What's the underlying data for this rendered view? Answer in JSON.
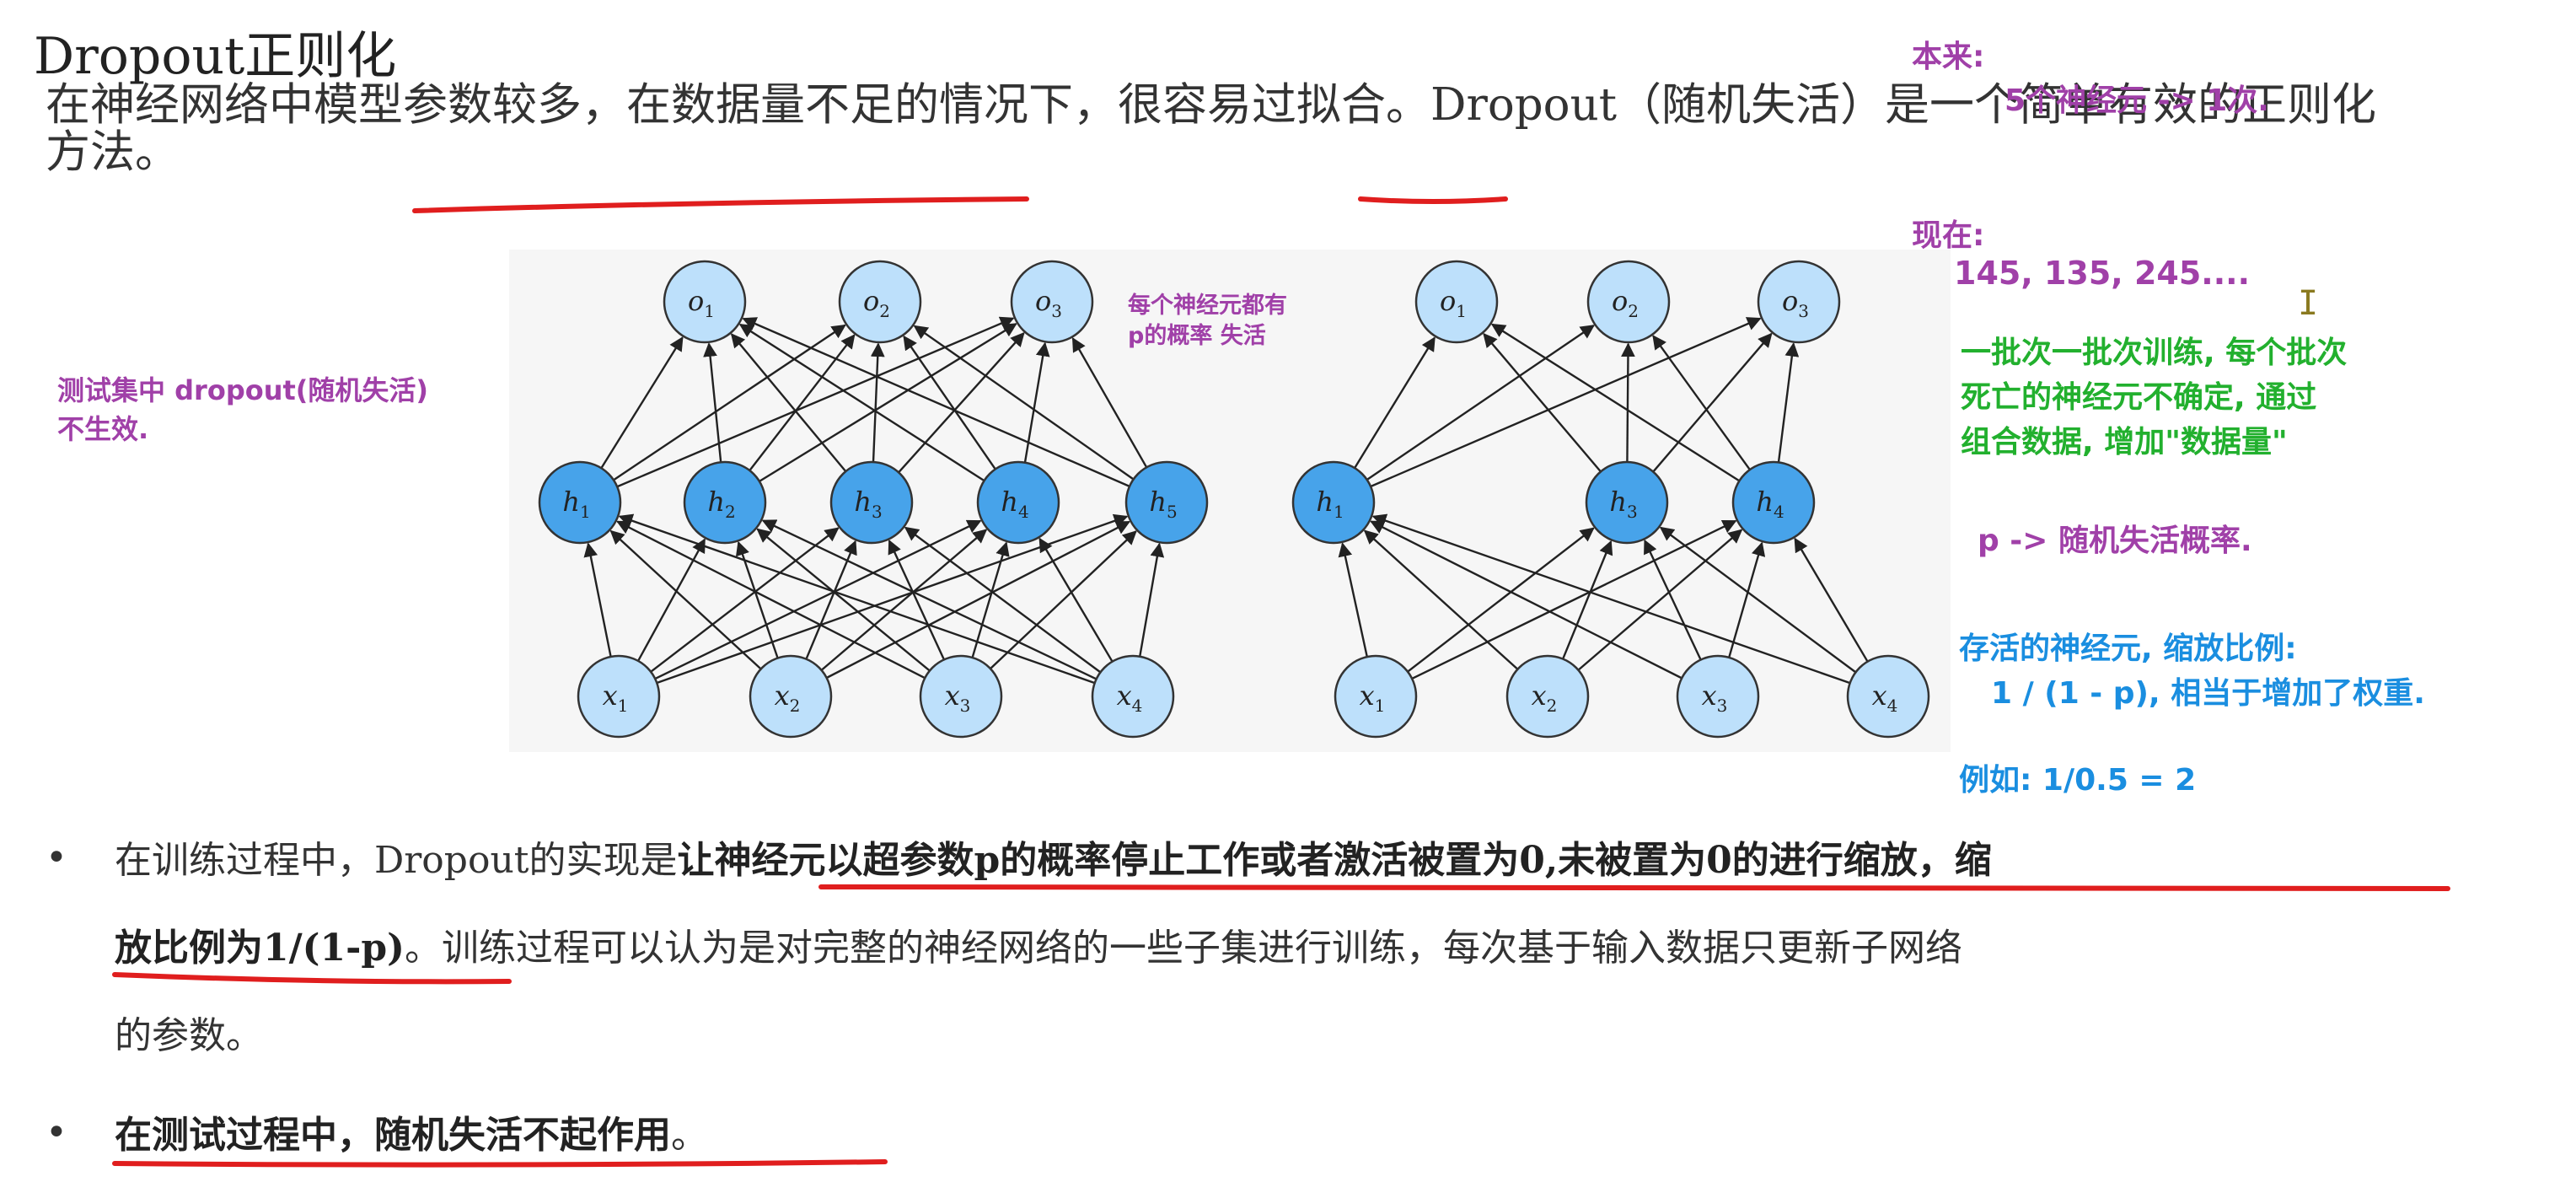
{
  "title": "Dropout正则化",
  "intro": {
    "line1_part1": "在神经网络中模型参数较多，在数据量不足的情况下，很容易过拟合。Dropout（随机失活）是一个简单有效的正则化",
    "line2": "方法。"
  },
  "bullets": [
    {
      "line1_plain": "在训练过程中，Dropout的实现是",
      "line1_bold": "让神经元以超参数p的概率停止工作或者激活被置为0,未被置为0的进行缩放，缩",
      "line2_bold": "放比例为1/(1-p)",
      "line2_plain": "。训练过程可以认为是对完整的神经网络的一些子集进行训练，每次基于输入数据只更新子网络",
      "line3_plain": "的参数。"
    },
    {
      "line1_bold": "在测试过程中，随机失活不起作用",
      "line1_plain": "。"
    }
  ],
  "annotations": {
    "test_note_line1": "测试集中 dropout(随机失活)",
    "test_note_line2": "不生效.",
    "each_neuron_line1": "每个神经元都有",
    "each_neuron_line2": "p的概率 失活",
    "originally_label": "本来:",
    "originally_value": "5个神经元 -> 1次.",
    "now_label": "现在:",
    "now_value": "145, 135, 245....",
    "batch_line1": "一批次一批次训练, 每个批次",
    "batch_line2": "死亡的神经元不确定, 通过",
    "batch_line3": "组合数据, 增加\"数据量\"",
    "p_note": "p -> 随机失活概率.",
    "survive_line1": "存活的神经元, 缩放比例:",
    "survive_line2": "1 / (1 - p), 相当于增加了权重.",
    "example": "例如: 1/0.5 = 2"
  },
  "diagram": {
    "left_outputs": [
      "o",
      "o",
      "o"
    ],
    "left_output_subs": [
      "1",
      "2",
      "3"
    ],
    "left_hidden_subs": [
      "1",
      "2",
      "3",
      "4",
      "5"
    ],
    "right_hidden_subs": [
      "1",
      "3",
      "4"
    ],
    "input_subs": [
      "1",
      "2",
      "3",
      "4"
    ]
  },
  "colors": {
    "annotation_purple": "#a040a8",
    "annotation_green": "#22b02e",
    "annotation_blue": "#1a8ee0",
    "underline_red": "#e01e1e",
    "hidden_node": "#47a3ea",
    "io_node": "#bde0fb"
  }
}
